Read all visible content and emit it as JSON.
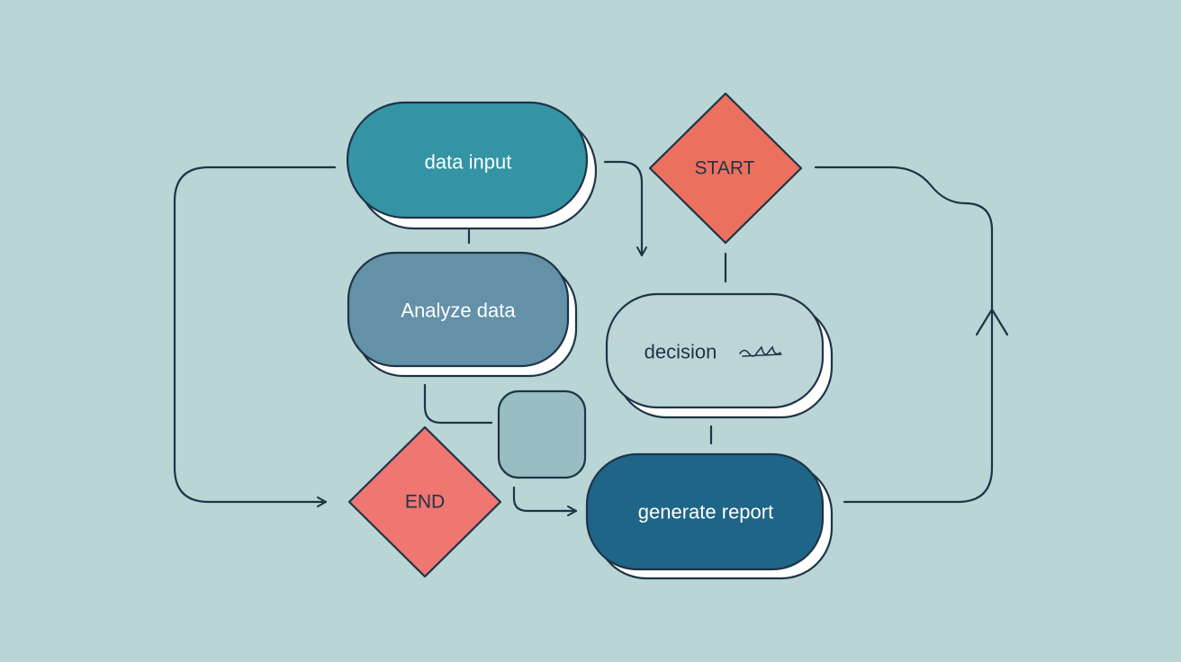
{
  "diagram": {
    "nodes": {
      "data_input": {
        "label": "data input",
        "color": "#3494a4"
      },
      "analyze_data": {
        "label": "Analyze data",
        "color": "#6391a8"
      },
      "start": {
        "label": "START",
        "color": "#ec705e"
      },
      "decision": {
        "label": "decision",
        "color": "#bcd6d8",
        "scribble": "scribble-icon"
      },
      "small_square": {
        "label": "",
        "color": "#98bec4"
      },
      "end": {
        "label": "END",
        "color": "#ef7671"
      },
      "generate_report": {
        "label": "generate report",
        "color": "#1e6588"
      }
    },
    "colors": {
      "background": "#b9d5d6",
      "stroke": "#1f3447"
    }
  }
}
